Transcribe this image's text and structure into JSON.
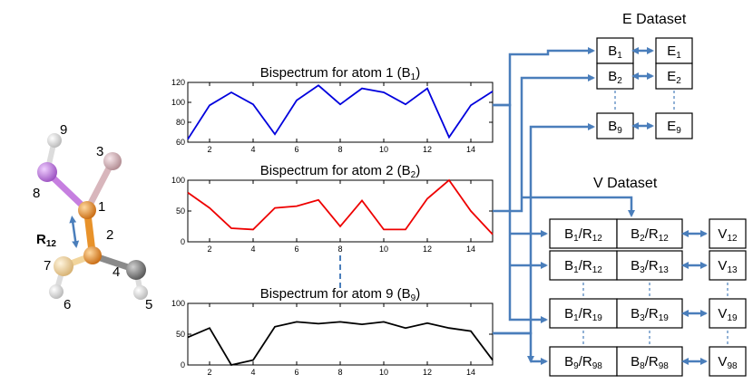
{
  "molecule": {
    "atom_labels": [
      "1",
      "2",
      "3",
      "4",
      "5",
      "6",
      "7",
      "8",
      "9"
    ],
    "bond_label": "R",
    "bond_label_sub": "12",
    "colors": {
      "carbon": "#e8922a",
      "oxygen_like": "#c67fe0",
      "nitrogen_like": "#f2d59c",
      "pink_atom": "#d8b6bc",
      "hydrogen": "#eeeeee",
      "grey_atom": "#8a8a8a",
      "arrow": "#4a7ebb"
    }
  },
  "chart_data": [
    {
      "type": "line",
      "title": "Bispectrum for atom 1 (B",
      "title_sub": "1",
      "title_end": ")",
      "x": [
        1,
        2,
        3,
        4,
        5,
        6,
        7,
        8,
        9,
        10,
        11,
        12,
        13,
        14,
        15
      ],
      "values": [
        63,
        97,
        110,
        98,
        68,
        102,
        117,
        98,
        114,
        110,
        98,
        114,
        65,
        97,
        111
      ],
      "xticks": [
        2,
        4,
        6,
        8,
        10,
        12,
        14
      ],
      "yticks": [
        60,
        80,
        100,
        120
      ],
      "xlim": [
        1,
        15
      ],
      "ylim": [
        60,
        120
      ],
      "color": "#0000dd"
    },
    {
      "type": "line",
      "title": "Bispectrum for atom 2 (B",
      "title_sub": "2",
      "title_end": ")",
      "x": [
        1,
        2,
        3,
        4,
        5,
        6,
        7,
        8,
        9,
        10,
        11,
        12,
        13,
        14,
        15
      ],
      "values": [
        80,
        55,
        22,
        20,
        55,
        58,
        68,
        25,
        67,
        20,
        20,
        70,
        100,
        50,
        12
      ],
      "xticks": [
        2,
        4,
        6,
        8,
        10,
        12,
        14
      ],
      "yticks": [
        0,
        50,
        100
      ],
      "xlim": [
        1,
        15
      ],
      "ylim": [
        0,
        100
      ],
      "color": "#ee0000"
    },
    {
      "type": "line",
      "title": "Bispectrum for atom 9 (B",
      "title_sub": "9",
      "title_end": ")",
      "x": [
        1,
        2,
        3,
        4,
        5,
        6,
        7,
        8,
        9,
        10,
        11,
        12,
        13,
        14,
        15
      ],
      "values": [
        45,
        60,
        0,
        8,
        62,
        70,
        67,
        70,
        66,
        70,
        60,
        68,
        60,
        55,
        8
      ],
      "xticks": [
        2,
        4,
        6,
        8,
        10,
        12,
        14
      ],
      "yticks": [
        0,
        50,
        100
      ],
      "xlim": [
        1,
        15
      ],
      "ylim": [
        0,
        100
      ],
      "color": "#000000"
    }
  ],
  "e_dataset": {
    "title": "E Dataset",
    "rows": [
      {
        "b": "B",
        "b_sub": "1",
        "e": "E",
        "e_sub": "1"
      },
      {
        "b": "B",
        "b_sub": "2",
        "e": "E",
        "e_sub": "2"
      },
      {
        "b": "B",
        "b_sub": "9",
        "e": "E",
        "e_sub": "9"
      }
    ]
  },
  "v_dataset": {
    "title": "V Dataset",
    "rows": [
      {
        "c1": "B",
        "c1_sub": "1",
        "c1_r": "R",
        "c1_rsub": "12",
        "c2": "B",
        "c2_sub": "2",
        "c2_r": "R",
        "c2_rsub": "12",
        "v": "V",
        "v_sub": "12"
      },
      {
        "c1": "B",
        "c1_sub": "1",
        "c1_r": "R",
        "c1_rsub": "12",
        "c2": "B",
        "c2_sub": "3",
        "c2_r": "R",
        "c2_rsub": "13",
        "v": "V",
        "v_sub": "13"
      },
      {
        "c1": "B",
        "c1_sub": "1",
        "c1_r": "R",
        "c1_rsub": "19",
        "c2": "B",
        "c2_sub": "3",
        "c2_r": "R",
        "c2_rsub": "19",
        "v": "V",
        "v_sub": "19"
      },
      {
        "c1": "B",
        "c1_sub": "9",
        "c1_r": "R",
        "c1_rsub": "98",
        "c2": "B",
        "c2_sub": "8",
        "c2_r": "R",
        "c2_rsub": "98",
        "v": "V",
        "v_sub": "98"
      }
    ]
  }
}
